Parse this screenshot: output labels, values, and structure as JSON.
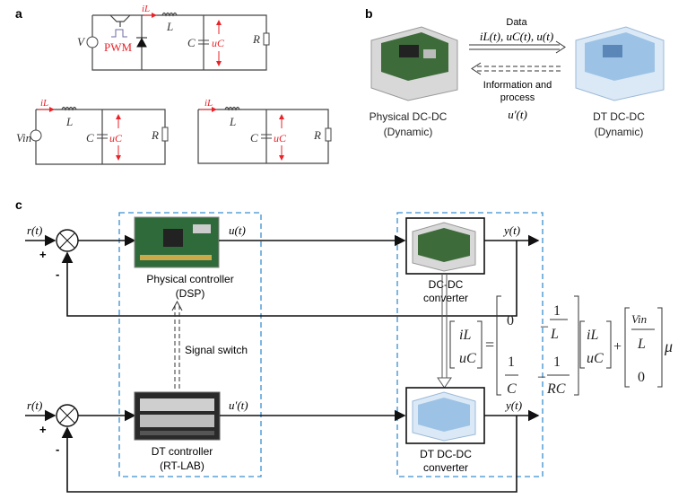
{
  "panels": {
    "a": "a",
    "b": "b",
    "c": "c"
  },
  "circuit_top": {
    "source": "V",
    "switch_label": "PWM",
    "current": "iL",
    "inductor": "L",
    "capacitor": "C",
    "voltage": "uC",
    "resistor": "R"
  },
  "circuit_on": {
    "source": "Vin",
    "current": "iL",
    "inductor": "L",
    "capacitor": "C",
    "voltage": "uC",
    "resistor": "R"
  },
  "circuit_off": {
    "current": "iL",
    "inductor": "L",
    "capacitor": "C",
    "voltage": "uC",
    "resistor": "R"
  },
  "panel_b": {
    "physical_label": "Physical DC-DC",
    "physical_sub": "(Dynamic)",
    "dt_label": "DT DC-DC",
    "dt_sub": "(Dynamic)",
    "data_label": "Data",
    "data_signals": "iL(t), uC(t), u(t)",
    "info_line1": "Information and",
    "info_line2": "process",
    "info_signal": "u′(t)"
  },
  "panel_c": {
    "ref_top": "r(t)",
    "ref_bottom": "r(t)",
    "plus": "+",
    "minus": "-",
    "u_top": "u(t)",
    "u_bottom": "u′(t)",
    "y_top": "y(t)",
    "y_bottom": "y(t)",
    "physical_controller": "Physical controller",
    "physical_controller_sub": "(DSP)",
    "dt_controller": "DT controller",
    "dt_controller_sub": "(RT-LAB)",
    "signal_switch": "Signal switch",
    "dcdc": "DC-DC",
    "dcdc_sub": "converter",
    "dt_dcdc": "DT DC-DC",
    "dt_dcdc_sub": "converter"
  },
  "equation": {
    "state": [
      "iL",
      "uC"
    ],
    "matrix": {
      "a11": "0",
      "a12_num": "1",
      "a12_den": "L",
      "a21_num": "1",
      "a21_den": "C",
      "a22_num": "1",
      "a22_den": "RC"
    },
    "input_vec": {
      "top_num": "Vin",
      "top_den": "L",
      "bottom": "0"
    },
    "input": "μ"
  },
  "colors": {
    "accent_red": "#e8232a",
    "dashed_box": "#3a8fd0",
    "dt_blue": "#9cc3e6"
  }
}
